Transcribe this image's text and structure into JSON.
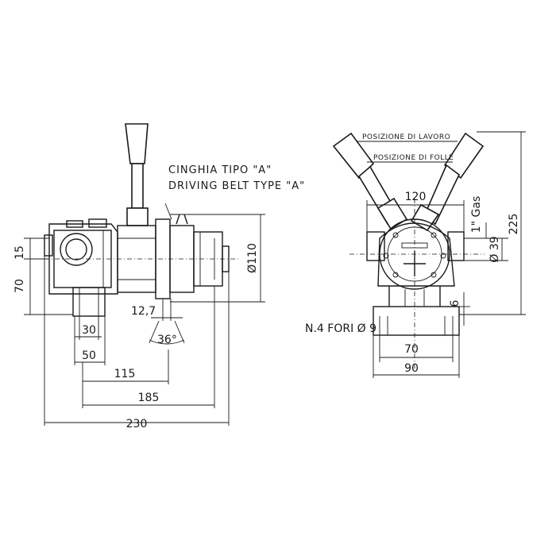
{
  "side_view": {
    "belt_label_it": "CINGHIA TIPO \"A\"",
    "belt_label_en": "DRIVING BELT TYPE \"A\"",
    "dim_15": "15",
    "dim_70": "70",
    "dim_30": "30",
    "dim_50": "50",
    "dim_115": "115",
    "dim_185": "185",
    "dim_230": "230",
    "dim_12_7": "12,7",
    "dim_36deg": "36°",
    "dim_dia110": "Ø110"
  },
  "front_view": {
    "pos_work": "POSIZIONE DI LAVORO",
    "pos_rest": "POSIZIONE DI FOLLE",
    "dim_120": "120",
    "dim_gas": "1\" Gas",
    "dim_dia39": "Ø 39",
    "dim_225": "225",
    "dim_6": "6",
    "holes_label": "N.4 FORI Ø 9",
    "dim_70": "70",
    "dim_90": "90"
  }
}
